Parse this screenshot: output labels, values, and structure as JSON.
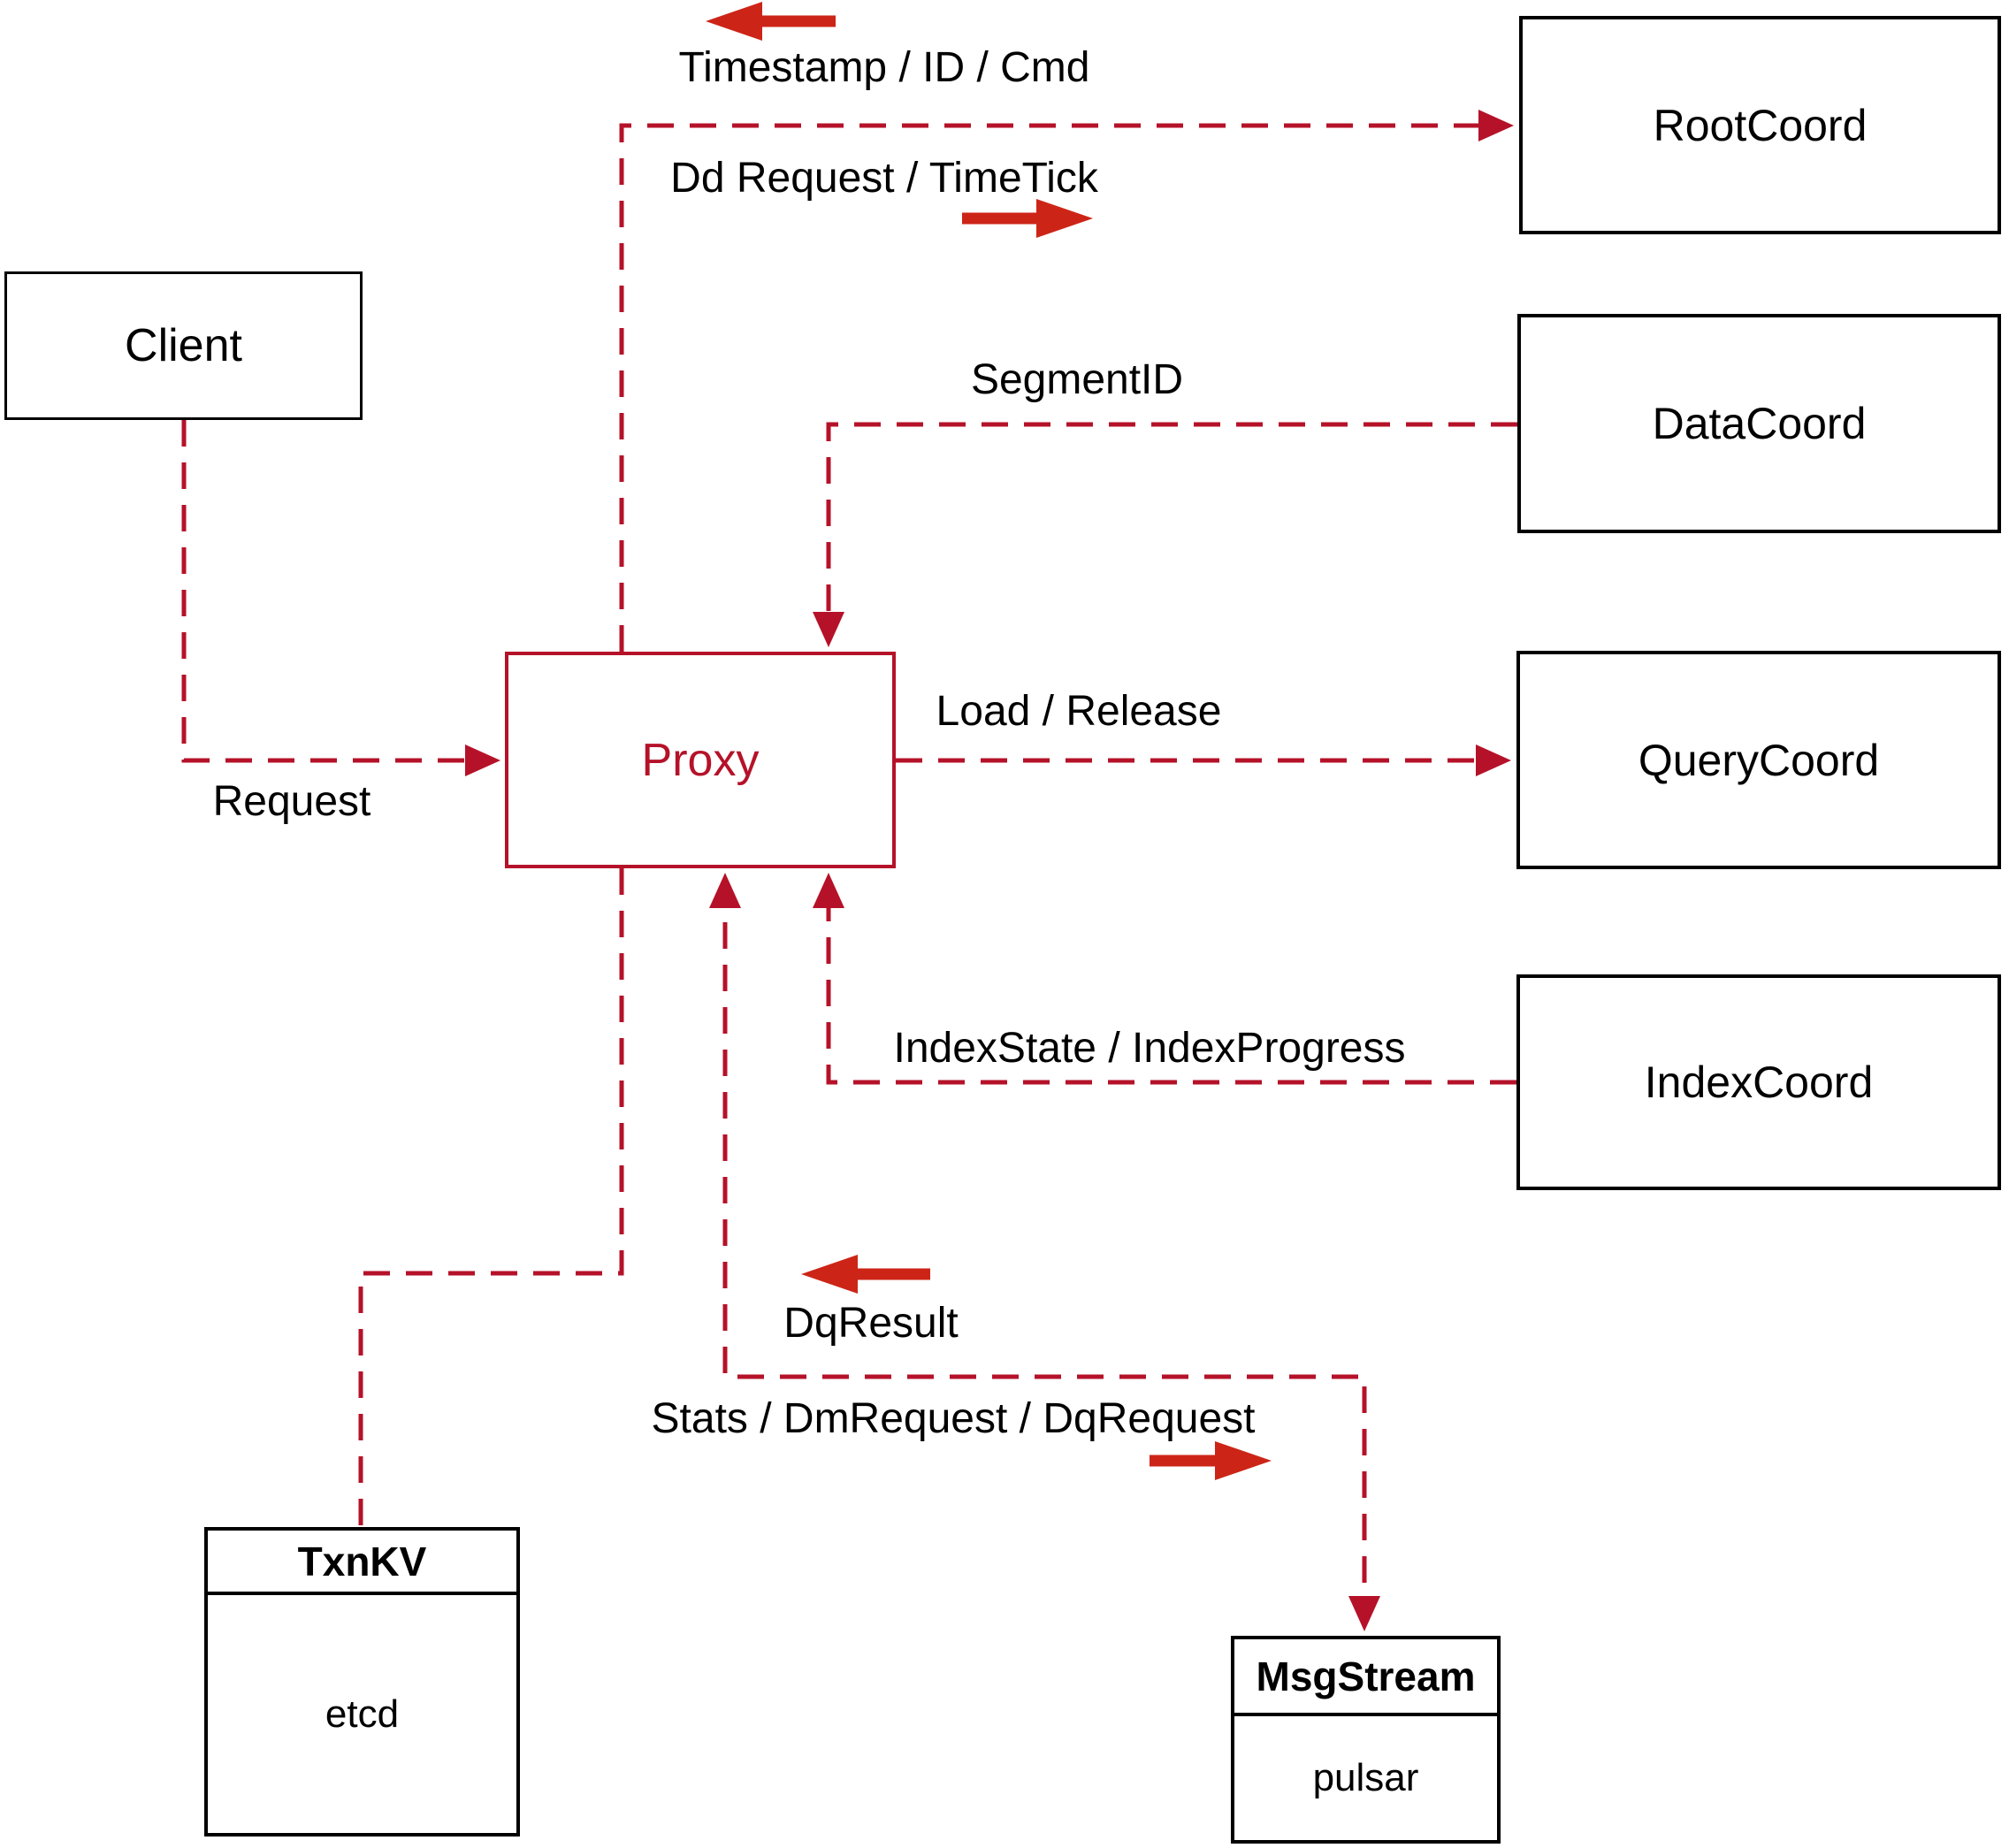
{
  "diagram": {
    "colors": {
      "line": "#b51229",
      "arrow": "#cc2517",
      "border": "#000000",
      "text": "#000000",
      "proxy": "#b51229",
      "page": "#ffffff"
    },
    "nodes": {
      "client": {
        "label": "Client"
      },
      "proxy": {
        "label": "Proxy"
      },
      "rootcoord": {
        "label": "RootCoord"
      },
      "datacoord": {
        "label": "DataCoord"
      },
      "querycoord": {
        "label": "QueryCoord"
      },
      "indexcoord": {
        "label": "IndexCoord"
      },
      "txnkv": {
        "label": "TxnKV",
        "impl": "etcd"
      },
      "msgstream": {
        "label": "MsgStream",
        "impl": "pulsar"
      }
    },
    "edge_labels": {
      "request": "Request",
      "timestamp_id_cmd": "Timestamp / ID / Cmd",
      "dd_request_timetick": "Dd Request / TimeTick",
      "segment_id": "SegmentID",
      "load_release": "Load / Release",
      "index_state_progress": "IndexState / IndexProgress",
      "dq_result": "DqResult",
      "stats_dm_dq_request": "Stats / DmRequest / DqRequest"
    }
  }
}
